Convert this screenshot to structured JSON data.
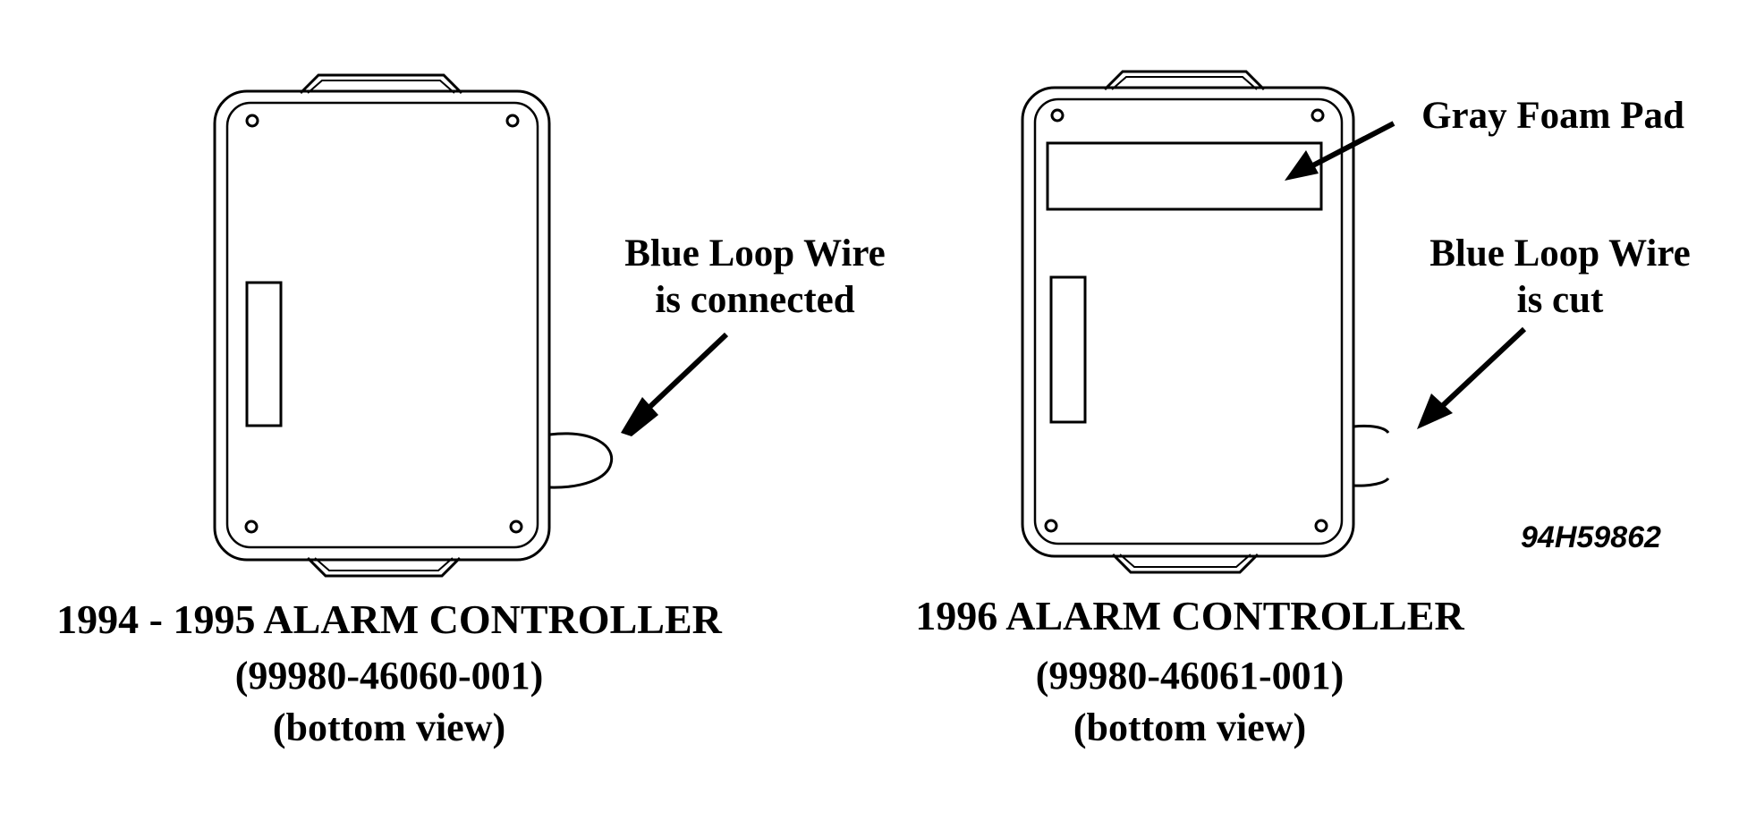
{
  "left_controller": {
    "title": "1994 - 1995 ALARM CONTROLLER",
    "part_number": "(99980-46060-001)",
    "view": "(bottom view)",
    "callout_line1": "Blue Loop Wire",
    "callout_line2": "is connected"
  },
  "right_controller": {
    "title": "1996 ALARM CONTROLLER",
    "part_number": "(99980-46061-001)",
    "view": "(bottom view)",
    "foam_label": "Gray Foam Pad",
    "callout_line1": "Blue Loop Wire",
    "callout_line2": "is cut"
  },
  "figure_code": "94H59862",
  "colors": {
    "ink": "#000000",
    "paper": "#ffffff"
  }
}
